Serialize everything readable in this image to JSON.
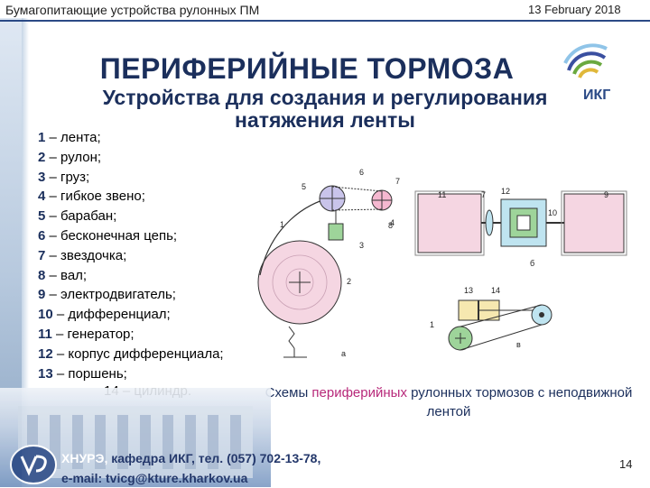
{
  "header": {
    "topic": "Бумагопитающие устройства рулонных ПМ",
    "date": "13 February 2018"
  },
  "slide": {
    "title": "ПЕРИФЕРИЙНЫЕ ТОРМОЗА",
    "subtitle_line1": "Устройства для создания и регулирования",
    "subtitle_line2": "натяжения ленты",
    "logo_text": "ИКГ",
    "legend": [
      {
        "num": "1",
        "text": " – лента;"
      },
      {
        "num": "2",
        "text": " – рулон;"
      },
      {
        "num": "3",
        "text": " – груз;"
      },
      {
        "num": "4",
        "text": " – гибкое звено;"
      },
      {
        "num": "5",
        "text": " – барабан;"
      },
      {
        "num": "6",
        "text": " – бесконечная цепь;"
      },
      {
        "num": "7",
        "text": " – звездочка;"
      },
      {
        "num": "8",
        "text": " – вал;"
      },
      {
        "num": "9",
        "text": " – электродвигатель;"
      },
      {
        "num": "10",
        "text": " – дифференциал;"
      },
      {
        "num": "11",
        "text": " – генератор;"
      },
      {
        "num": "12",
        "text": " – корпус дифференциала;"
      },
      {
        "num": "13",
        "text": " – поршень;"
      }
    ],
    "legend_last": "14 – цилиндр.",
    "caption_part1": "Схемы ",
    "caption_highlight": "периферийных",
    "caption_part2": " рулонных тормозов с неподвижной лентой",
    "diagram_labels": {
      "a1": "1",
      "a2": "2",
      "a3": "3",
      "a4": "4",
      "a5": "5",
      "a6": "6",
      "a7": "7",
      "a8": "8",
      "a_letter": "а",
      "b11": "11",
      "b7": "7",
      "b12": "12",
      "b10": "10",
      "b9": "9",
      "b6": "б",
      "c13": "13",
      "c14": "14",
      "c1": "1",
      "c_letter": "в"
    }
  },
  "footer": {
    "brand": "ХНУРЭ,",
    "line1": "кафедра ИКГ, тел. (057) 702-13-78,",
    "line2": "e-mail: tvicg@kture.kharkov.ua",
    "page_number": "14"
  },
  "colors": {
    "title": "#1b2f5c",
    "highlight": "#b8297a",
    "diagram_pink": "#f5d6e2",
    "diagram_blue": "#bfe4f0",
    "diagram_green": "#9ed49a"
  }
}
